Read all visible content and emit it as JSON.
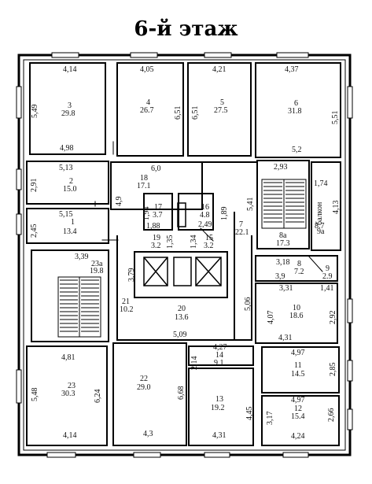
{
  "title": "6-й этаж",
  "rooms": [
    {
      "id": "r3",
      "number": "3",
      "area": "29.8",
      "dims": [
        "4,14",
        "5,49",
        "4,98"
      ]
    },
    {
      "id": "r4",
      "number": "4",
      "area": "26.7",
      "dims": [
        "4,05",
        "6,51"
      ]
    },
    {
      "id": "r5",
      "number": "5",
      "area": "27.5",
      "dims": [
        "4,21",
        "6,51"
      ]
    },
    {
      "id": "r6",
      "number": "6",
      "area": "31.8",
      "dims": [
        "4,37",
        "5,51",
        "5,2"
      ]
    },
    {
      "id": "r2",
      "number": "2",
      "area": "15.0",
      "dims": [
        "5,13",
        "2,91"
      ]
    },
    {
      "id": "r1",
      "number": "1",
      "area": "13.4",
      "dims": [
        "5,15",
        "2,45"
      ]
    },
    {
      "id": "r18",
      "number": "18",
      "area": "17.1",
      "dims": [
        "6,0",
        "4,9"
      ]
    },
    {
      "id": "r17",
      "number": "17",
      "area": "3.7",
      "dims": [
        "1,94",
        "1,88"
      ]
    },
    {
      "id": "r16",
      "number": "16",
      "area": "4.8",
      "dims": [
        "1,89",
        "2,49"
      ]
    },
    {
      "id": "r19",
      "number": "19",
      "area": "3.2",
      "dims": [
        "1,35"
      ]
    },
    {
      "id": "r15",
      "number": "15",
      "area": "3.2",
      "dims": [
        "1,34"
      ]
    },
    {
      "id": "r7",
      "number": "7",
      "area": "22.1",
      "dims": [
        "5,41"
      ]
    },
    {
      "id": "r8a",
      "number": "8a",
      "area": "17.3",
      "dims": [
        "2,93"
      ]
    },
    {
      "id": "r9a",
      "number": "9a",
      "area": "8.7",
      "dims": [
        "1,74",
        "4,13"
      ],
      "label": "балкон"
    },
    {
      "id": "r8",
      "number": "8",
      "area": "7.2",
      "dims": [
        "3,18",
        "3,9"
      ]
    },
    {
      "id": "r9",
      "number": "9",
      "area": "2.9",
      "dims": [
        "1,41"
      ]
    },
    {
      "id": "r23a",
      "number": "23a",
      "area": "19.8",
      "dims": [
        "3,39",
        "3,79"
      ]
    },
    {
      "id": "r21",
      "number": "21",
      "area": "10.2",
      "dims": []
    },
    {
      "id": "r20",
      "number": "20",
      "area": "13.6",
      "dims": [
        "5,09",
        "5,06"
      ]
    },
    {
      "id": "r10",
      "number": "10",
      "area": "18.6",
      "dims": [
        "3,31",
        "4,07",
        "2,92",
        "4,31"
      ]
    },
    {
      "id": "r14",
      "number": "14",
      "area": "9.1",
      "dims": [
        "4,27",
        "2,14"
      ]
    },
    {
      "id": "r22",
      "number": "22",
      "area": "29.0",
      "dims": [
        "6,68",
        "4,3"
      ]
    },
    {
      "id": "r23",
      "number": "23",
      "area": "30.3",
      "dims": [
        "4,81",
        "5,48",
        "6,24",
        "4,14"
      ]
    },
    {
      "id": "r11",
      "number": "11",
      "area": "14.5",
      "dims": [
        "4,97",
        "2,85"
      ]
    },
    {
      "id": "r12",
      "number": "12",
      "area": "15.4",
      "dims": [
        "4,97",
        "2,66",
        "3,17",
        "4,24"
      ]
    },
    {
      "id": "r13",
      "number": "13",
      "area": "19.2",
      "dims": [
        "4,45",
        "4,31"
      ]
    }
  ]
}
